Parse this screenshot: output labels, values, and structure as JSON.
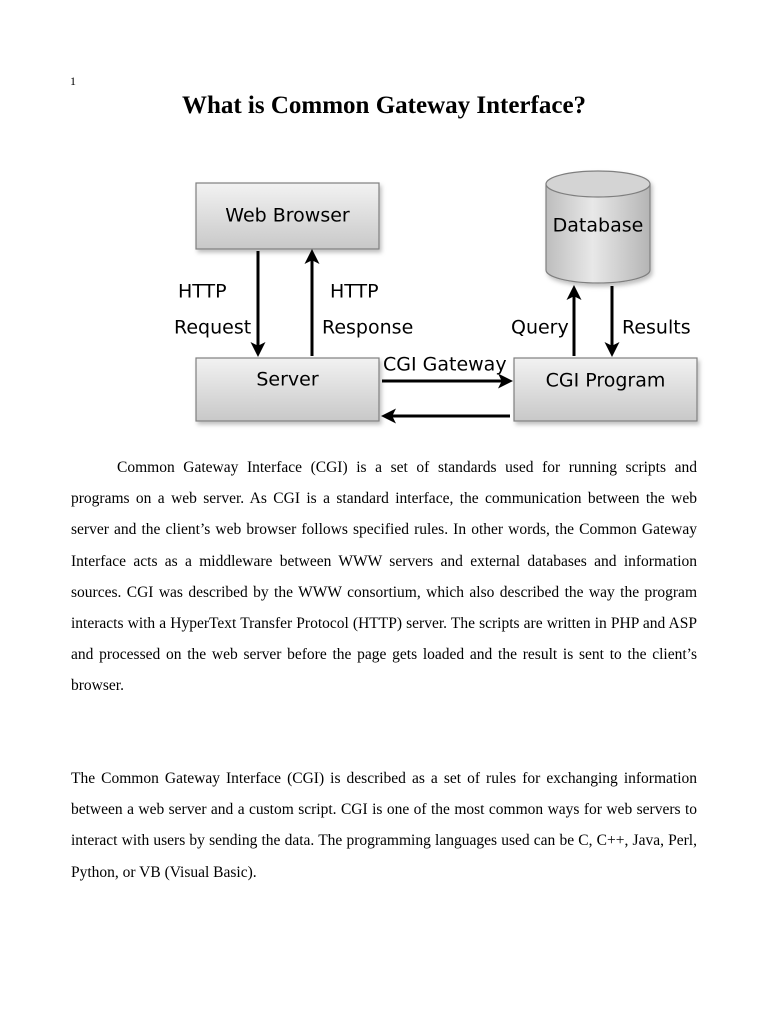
{
  "page": {
    "number": "1",
    "title": "What is Common Gateway Interface?"
  },
  "diagram": {
    "web_browser": "Web Browser",
    "database": "Database",
    "server": "Server",
    "cgi_program": "CGI Program",
    "http_request_line1": "HTTP",
    "http_request_line2": "Request",
    "http_response_line1": "HTTP",
    "http_response_line2": "Response",
    "cgi_gateway": "CGI Gateway",
    "query": "Query",
    "results": "Results",
    "colors": {
      "box_fill_top": "#f2f2f2",
      "box_fill_bottom": "#c8c8c8",
      "box_stroke": "#7f7f7f",
      "arrow": "#000000"
    }
  },
  "body": {
    "paragraph_1": "Common Gateway Interface (CGI) is a set of standards used for running scripts and programs on a web server. As CGI is a standard interface, the communication between the web server and the client’s web browser follows specified rules. In other words, the Common Gateway Interface acts as a middleware between WWW servers and external databases and information sources. CGI was described by the WWW consortium, which also described the way the program interacts with a HyperText Transfer Protocol (HTTP) server. The scripts are written in PHP and ASP and processed on the web server before the page gets loaded and the result is sent to the client’s browser.",
    "paragraph_2": "The Common Gateway Interface (CGI) is described as a set of rules for exchanging information between a web server and a custom script. CGI is one of the most common ways for web servers to interact with users by sending the data. The programming languages used can be C, C++, Java, Perl, Python, or VB (Visual Basic)."
  }
}
